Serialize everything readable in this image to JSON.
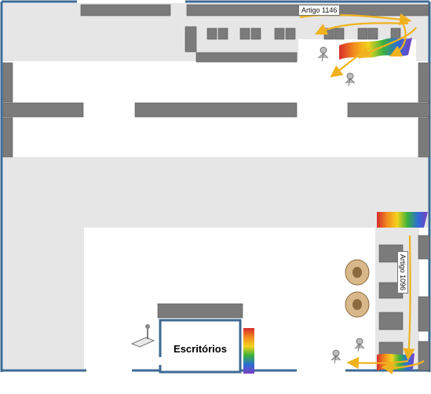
{
  "labels": {
    "article_top": "Artigo 1146",
    "article_right": "Artigo 1096",
    "office": "Escritórios"
  },
  "colors": {
    "wall": "#3d6a94",
    "floor_gray": "#e6e6e6",
    "shelf": "#7b7b7b",
    "route": "#f0b21e",
    "rainbow": [
      "#d62c2c",
      "#f28a1e",
      "#f3d31c",
      "#3bb23b",
      "#2b6fd6",
      "#7a3fc2"
    ]
  },
  "icons": [
    "worker-icon",
    "cable-reel-icon",
    "pallet-scale-icon",
    "flag-rack-icon"
  ]
}
